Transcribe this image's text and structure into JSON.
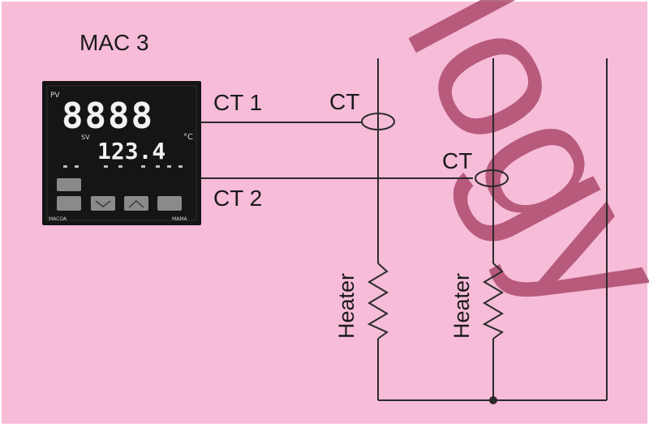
{
  "colors": {
    "background": "#f6bcd8",
    "wire": "#2a2a2a",
    "watermark": "#a23a5e",
    "controller_body": "#151515",
    "display_digits": "#f2f2f2"
  },
  "controller": {
    "title": "MAC 3",
    "pv_label": "PV",
    "pv_value": "8888",
    "sv_label": "SV",
    "sv_value": "123.4",
    "unit": "°C",
    "bottom_left_text": "MACOA",
    "bottom_right_text": "MAMA"
  },
  "labels": {
    "ct1": "CT 1",
    "ct2": "CT 2",
    "ct_a": "CT",
    "ct_b": "CT",
    "heater_a": "Heater",
    "heater_b": "Heater"
  },
  "watermark": "logy"
}
